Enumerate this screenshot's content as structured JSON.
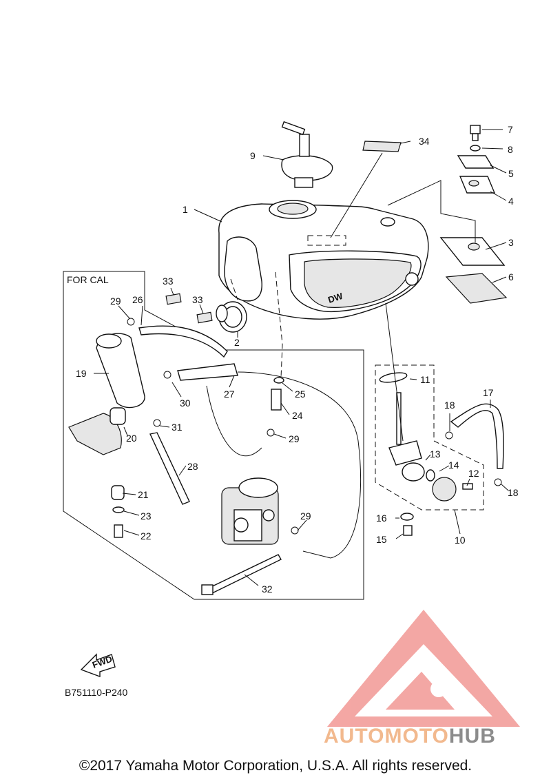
{
  "diagram": {
    "panel_title": "FOR CAL",
    "fwd_label": "FWD",
    "drawing_code": "B751110-P240",
    "labels": {
      "p1": "1",
      "p2": "2",
      "p3": "3",
      "p4": "4",
      "p5": "5",
      "p6": "6",
      "p7": "7",
      "p8": "8",
      "p9": "9",
      "p10": "10",
      "p11": "11",
      "p12": "12",
      "p13": "13",
      "p14": "14",
      "p15": "15",
      "p16": "16",
      "p17": "17",
      "p18": "18",
      "p19": "19",
      "p20": "20",
      "p21": "21",
      "p22": "22",
      "p23": "23",
      "p24": "24",
      "p25": "25",
      "p26": "26",
      "p27": "27",
      "p28": "28",
      "p29": "29",
      "p30": "30",
      "p31": "31",
      "p32": "32",
      "p33": "33",
      "p34": "34"
    }
  },
  "watermark": {
    "part1": "AUTOMOTO",
    "part2": "HUB",
    "colors": {
      "triangle": "#f08a86",
      "text_orange": "#f2b98e",
      "text_gray": "#8c8c8c"
    }
  },
  "footer": {
    "copyright": "©2017 Yamaha Motor Corporation, U.S.A. All rights reserved."
  }
}
